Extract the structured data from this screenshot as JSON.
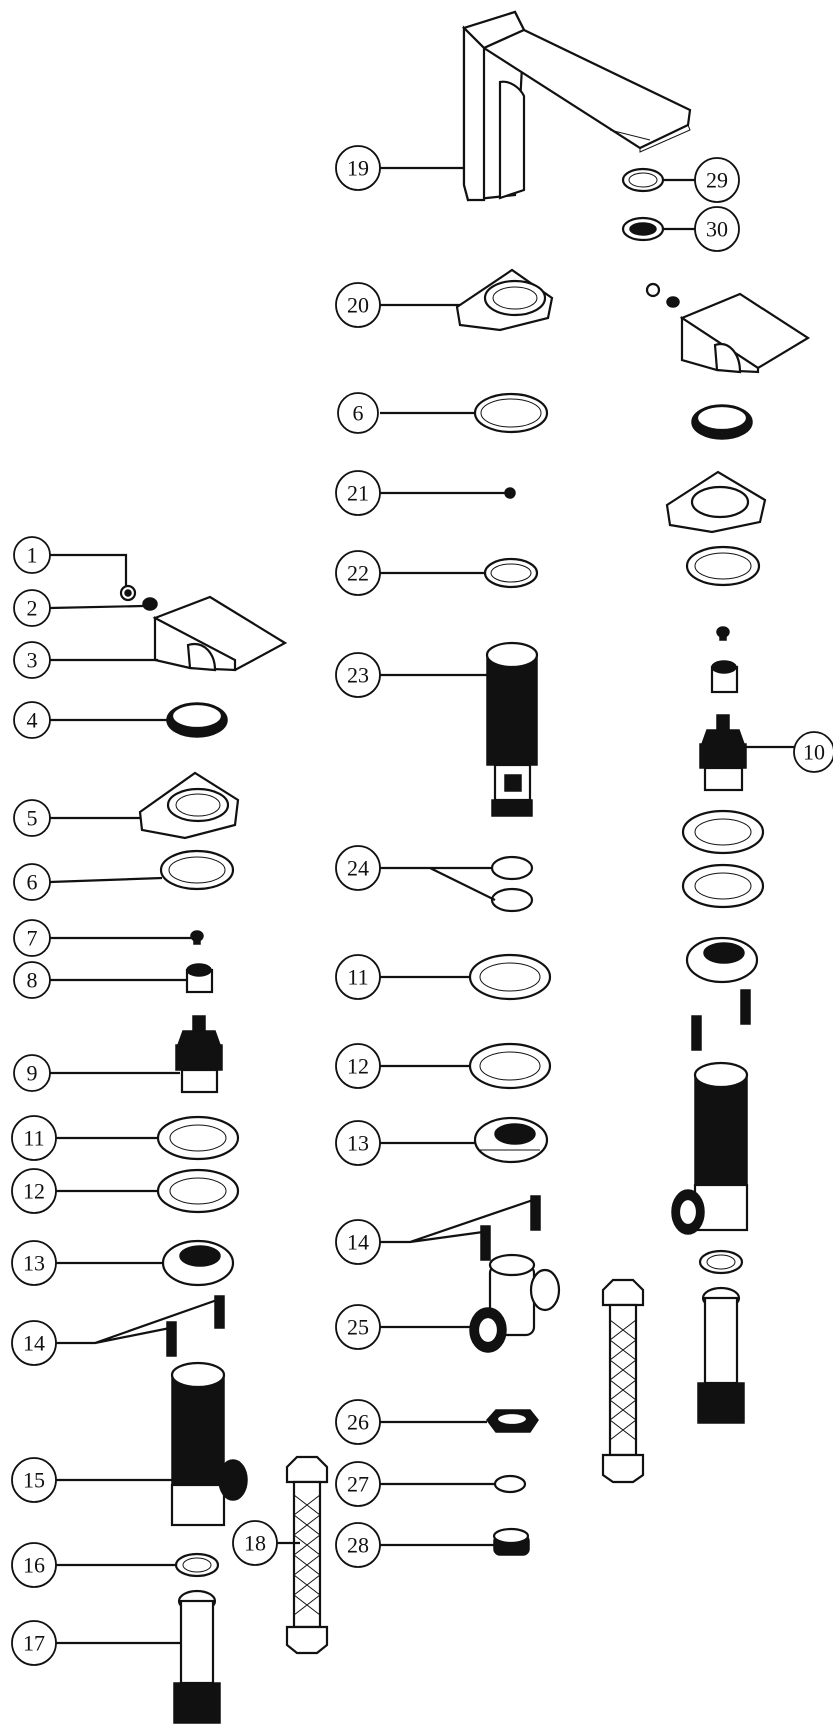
{
  "diagram": {
    "callouts": [
      {
        "id": "c1",
        "text": "1"
      },
      {
        "id": "c2",
        "text": "2"
      },
      {
        "id": "c3",
        "text": "3"
      },
      {
        "id": "c4",
        "text": "4"
      },
      {
        "id": "c5",
        "text": "5"
      },
      {
        "id": "c6a",
        "text": "6"
      },
      {
        "id": "c7",
        "text": "7"
      },
      {
        "id": "c8",
        "text": "8"
      },
      {
        "id": "c9",
        "text": "9"
      },
      {
        "id": "c11a",
        "text": "11"
      },
      {
        "id": "c12a",
        "text": "12"
      },
      {
        "id": "c13a",
        "text": "13"
      },
      {
        "id": "c14a",
        "text": "14"
      },
      {
        "id": "c15",
        "text": "15"
      },
      {
        "id": "c16",
        "text": "16"
      },
      {
        "id": "c17",
        "text": "17"
      },
      {
        "id": "c18",
        "text": "18"
      },
      {
        "id": "c19",
        "text": "19"
      },
      {
        "id": "c20",
        "text": "20"
      },
      {
        "id": "c6b",
        "text": "6"
      },
      {
        "id": "c21",
        "text": "21"
      },
      {
        "id": "c22",
        "text": "22"
      },
      {
        "id": "c23",
        "text": "23"
      },
      {
        "id": "c24",
        "text": "24"
      },
      {
        "id": "c11b",
        "text": "11"
      },
      {
        "id": "c12b",
        "text": "12"
      },
      {
        "id": "c13b",
        "text": "13"
      },
      {
        "id": "c14b",
        "text": "14"
      },
      {
        "id": "c25",
        "text": "25"
      },
      {
        "id": "c26",
        "text": "26"
      },
      {
        "id": "c27",
        "text": "27"
      },
      {
        "id": "c28",
        "text": "28"
      },
      {
        "id": "c29",
        "text": "29"
      },
      {
        "id": "c30",
        "text": "30"
      },
      {
        "id": "c10",
        "text": "10"
      }
    ]
  }
}
